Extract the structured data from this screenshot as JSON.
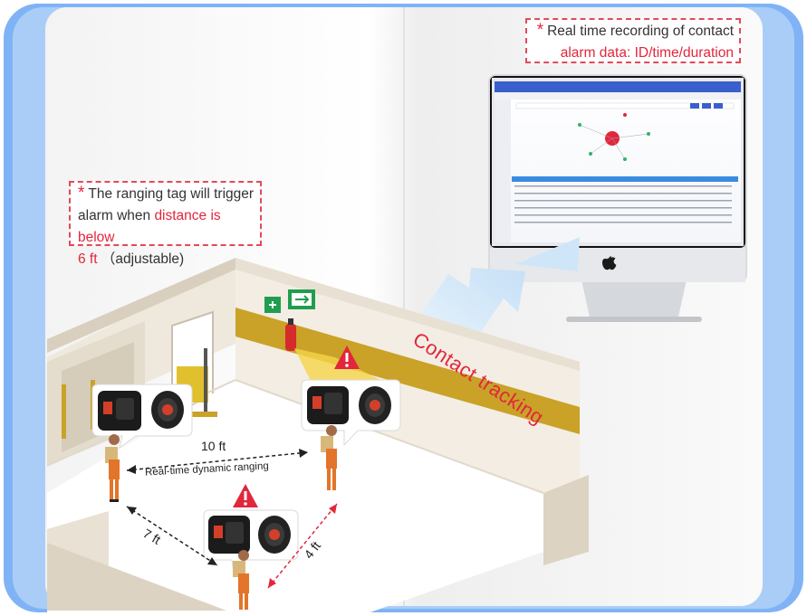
{
  "callouts": {
    "left": {
      "star": "*",
      "line1": "The ranging tag will trigger",
      "line2_plain": "alarm when ",
      "line2_red": "distance is below",
      "line3_red": "6 ft",
      "line3_plain": "（adjustable)"
    },
    "right": {
      "star": "*",
      "line1": "Real time recording of contact",
      "line2_red": "alarm data: ID/time/duration"
    }
  },
  "labels": {
    "contact_tracking": "Contact tracking",
    "distance_10": "10 ft",
    "dynamic_ranging": "Real-time dynamic ranging",
    "distance_7": "7 ft",
    "distance_4": "4 ft"
  },
  "colors": {
    "frame_blue": "#7fb3f5",
    "alert_red": "#e2263c",
    "floor": "#ffffff",
    "wall": "#e9e1d3",
    "wall_stripe": "#c9a227",
    "worker_orange": "#e2752a",
    "arrow_blue": "#cfe6f8",
    "imac_silver": "#e6e8eb",
    "screen_blue": "#3a5fcd"
  },
  "icons": [
    "warning-icon",
    "exit-sign-icon",
    "fire-extinguisher-icon",
    "apple-logo-icon",
    "ranging-tag-icon",
    "wrist-tag-icon"
  ]
}
